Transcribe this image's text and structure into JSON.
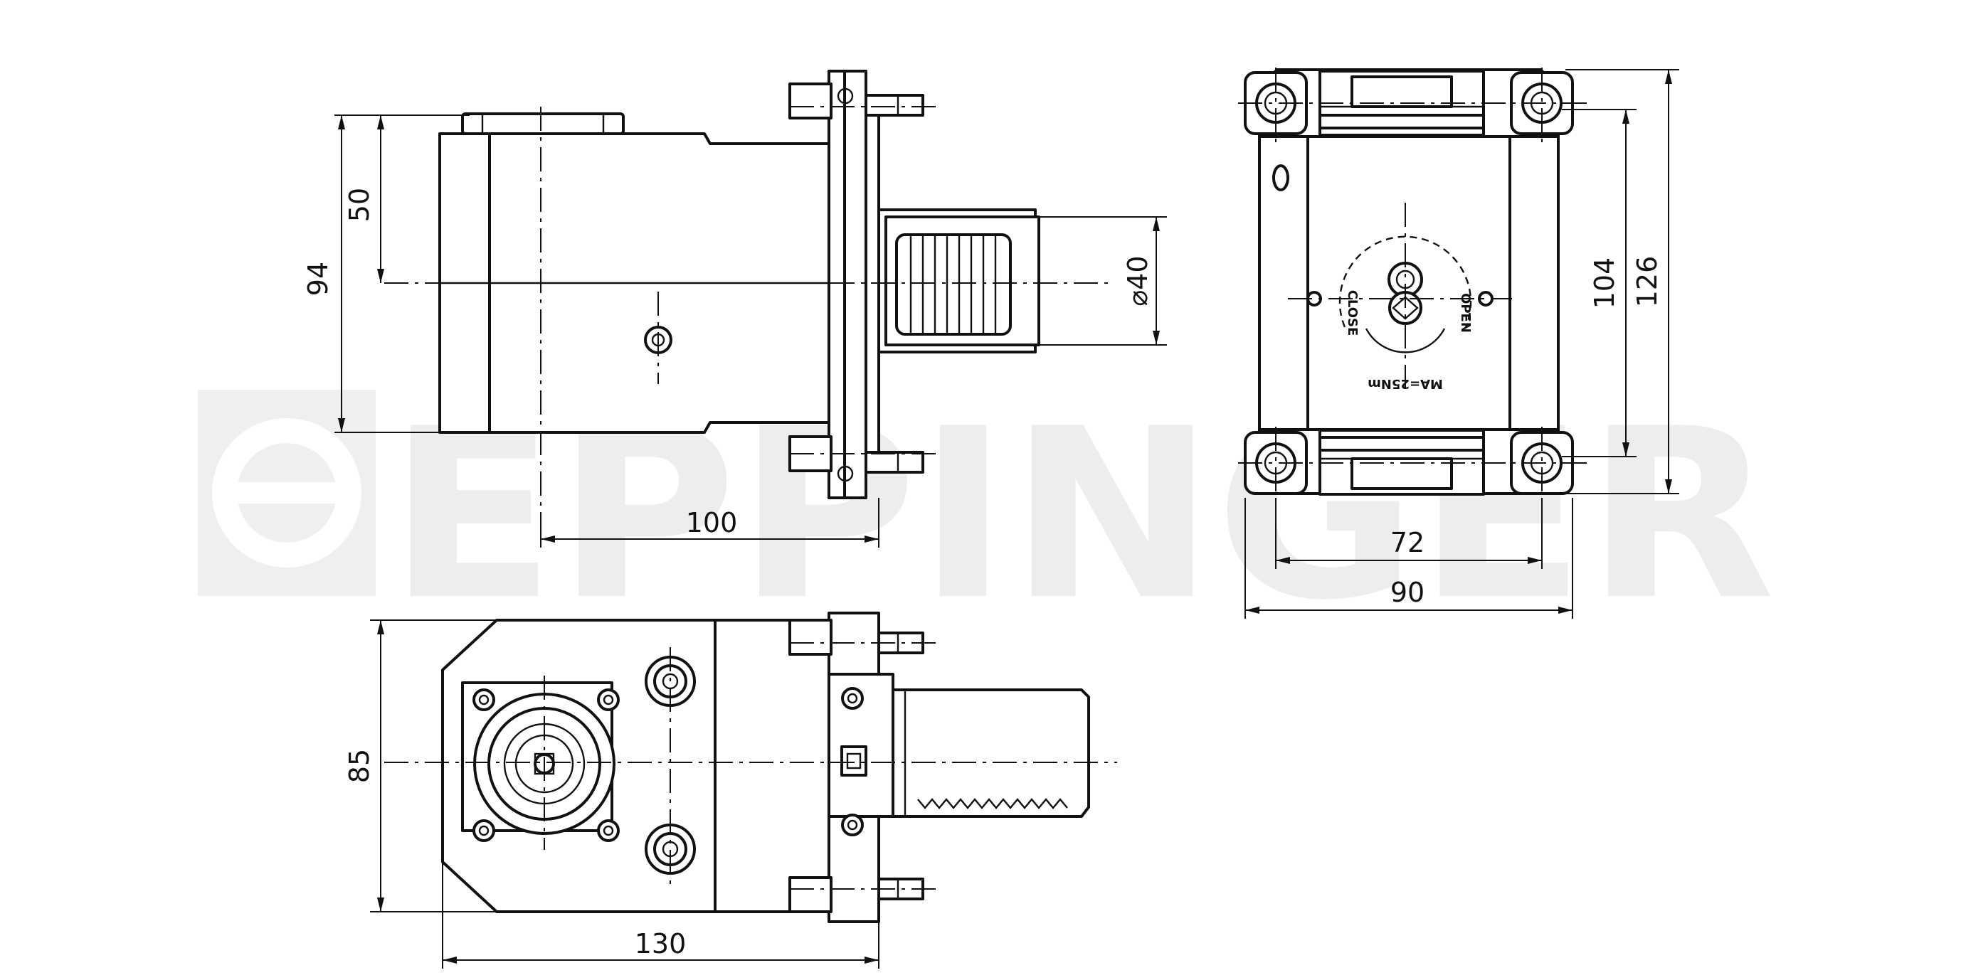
{
  "watermark": {
    "brand": "EPPINGER"
  },
  "dimensions": {
    "front_height": "94",
    "front_upper": "50",
    "front_depth": "100",
    "shank_diameter": "⌀40",
    "side_inner_height": "104",
    "side_total_height": "126",
    "side_inner_width": "72",
    "side_total_width": "90",
    "top_width": "85",
    "top_length": "130"
  },
  "labels": {
    "close": "CLOSE",
    "open": "OPEN",
    "torque": "MA=25Nm"
  }
}
